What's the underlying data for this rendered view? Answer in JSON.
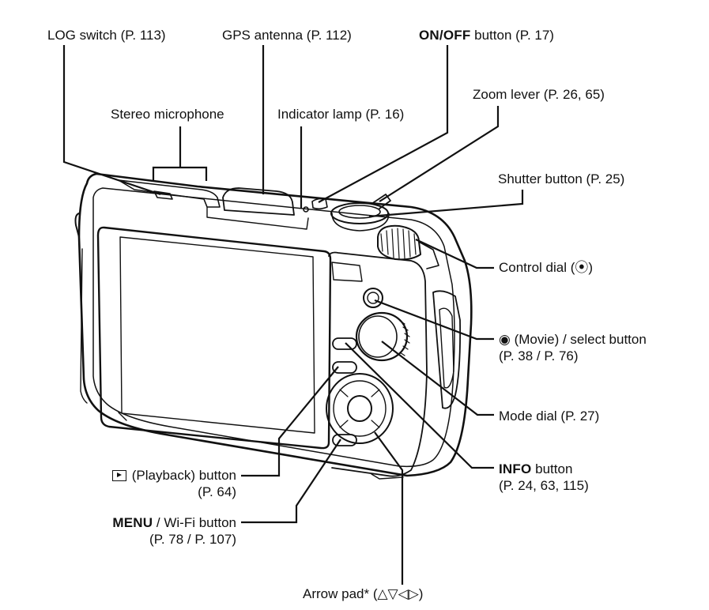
{
  "labels": {
    "log_switch": "LOG switch (P. 113)",
    "gps_antenna": "GPS antenna (P. 112)",
    "onoff_strong": "ON/OFF",
    "onoff_rest": " button (P. 17)",
    "stereo_mic": "Stereo microphone",
    "indicator_lamp": "Indicator lamp (P. 16)",
    "zoom_lever": "Zoom lever (P. 26, 65)",
    "shutter_button": "Shutter button (P. 25)",
    "control_dial": "Control dial (",
    "control_dial_icon": "⦿",
    "control_dial_close": ")",
    "movie_icon": "◉",
    "movie_line1": " (Movie) / select button",
    "movie_line2": "P. 38 / P. 76)",
    "movie_line2_open": "(",
    "mode_dial": "Mode dial (P. 27)",
    "info_strong": "INFO",
    "info_rest": " button",
    "info_line2": "(P. 24, 63, 115)",
    "playback_line1": " (Playback) button",
    "playback_line2": "(P. 64)",
    "menu_strong": "MENU",
    "menu_rest": " / Wi-Fi button",
    "menu_line2": "(P. 78 / P. 107)",
    "arrow_pad": "Arrow pad* (",
    "arrow_pad_symbols": "△▽◁▷",
    "arrow_pad_close": ")"
  }
}
